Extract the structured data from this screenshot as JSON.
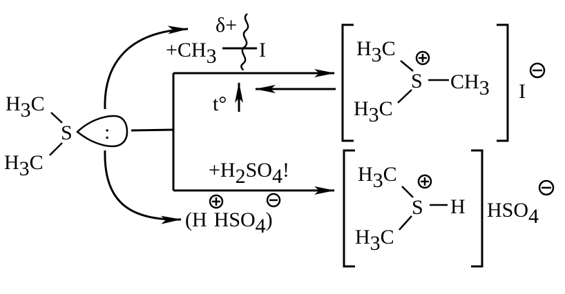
{
  "reactant": {
    "methyl_top": {
      "main": "H",
      "sub": "3",
      "tail": "C"
    },
    "methyl_bottom": {
      "main": "H",
      "sub": "3",
      "tail": "C"
    },
    "sulfur": "S",
    "lone_pair": ":"
  },
  "upper_path": {
    "delta_label": "δ+",
    "reagent": {
      "prefix": "+CH",
      "sub": "3",
      "iodine": "I"
    },
    "heat": "t°"
  },
  "upper_product": {
    "methyl_top": {
      "main": "H",
      "sub": "3",
      "tail": "C"
    },
    "methyl_bottom": {
      "main": "H",
      "sub": "3",
      "tail": "C"
    },
    "sulfur": "S",
    "methyl_right": {
      "main": "CH",
      "sub": "3"
    },
    "counter_ion": "I"
  },
  "lower_path": {
    "reagent": {
      "prefix": "+H",
      "sub": "2",
      "mid": "SO",
      "sub2": "4",
      "suffix": "!"
    },
    "dissociation": {
      "open": "(H",
      "anion": "HSO",
      "sub": "4",
      "close": ")"
    }
  },
  "lower_product": {
    "methyl_top": {
      "main": "H",
      "sub": "3",
      "tail": "C"
    },
    "methyl_bottom": {
      "main": "H",
      "sub": "3",
      "tail": "C"
    },
    "sulfur": "S",
    "hydrogen": "H",
    "counter_ion": {
      "main": "HSO",
      "sub": "4"
    }
  }
}
